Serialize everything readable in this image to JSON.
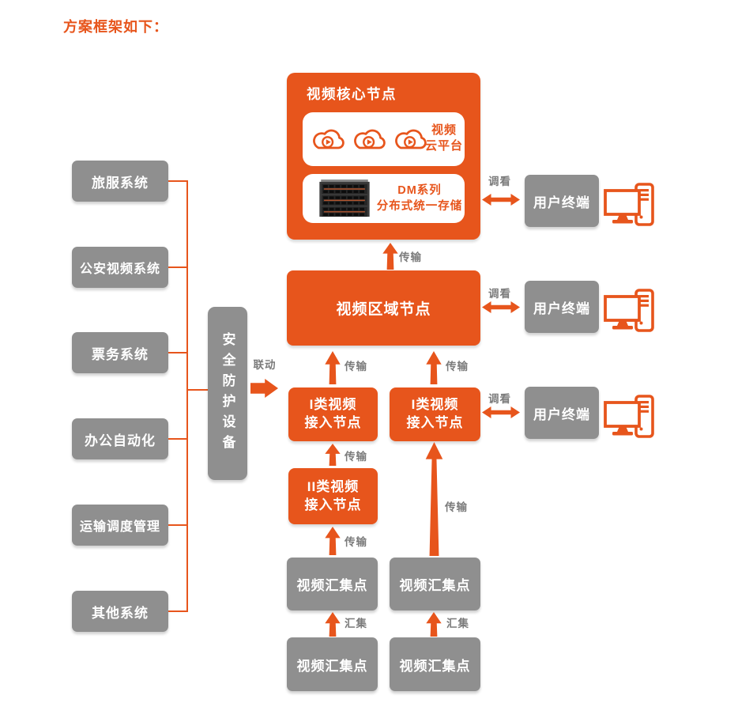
{
  "title": "方案框架如下：",
  "colors": {
    "accent": "#E7551C",
    "box_gray": "#8F8F8F",
    "label_gray": "#7B7B7B"
  },
  "left_systems": [
    {
      "label": "旅服系统"
    },
    {
      "label": "公安视频系统"
    },
    {
      "label": "票务系统"
    },
    {
      "label": "办公自动化"
    },
    {
      "label": "运输调度管理"
    },
    {
      "label": "其他系统"
    }
  ],
  "security_device": {
    "label": "安全防护设备"
  },
  "edge_labels": {
    "transmit": "传输",
    "view": "调看",
    "aggregate": "汇集",
    "linkage": "联动"
  },
  "core_node": {
    "title": "视频核心节点",
    "cloud_platform_label": "视频\n云平台",
    "storage_label": "DM系列\n分布式统一存储",
    "icons": [
      "video-cloud-icon",
      "video-cloud-icon",
      "video-cloud-icon",
      "storage-server-image"
    ]
  },
  "region_node": {
    "label": "视频区域节点"
  },
  "access_nodes": {
    "class1_left": "I类视频\n接入节点",
    "class1_right": "I类视频\n接入节点",
    "class2": "II类视频\n接入节点"
  },
  "aggregation_points": [
    {
      "label": "视频汇集点"
    },
    {
      "label": "视频汇集点"
    },
    {
      "label": "视频汇集点"
    },
    {
      "label": "视频汇集点"
    }
  ],
  "user_terminals": [
    {
      "label": "用户终端",
      "icon": "desktop-computer-icon"
    },
    {
      "label": "用户终端",
      "icon": "desktop-computer-icon"
    },
    {
      "label": "用户终端",
      "icon": "desktop-computer-icon"
    }
  ]
}
